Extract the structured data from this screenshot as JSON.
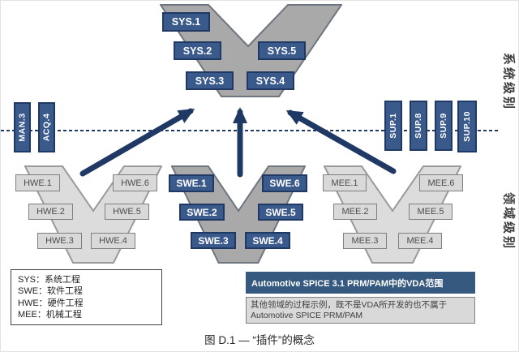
{
  "colors": {
    "navy": "#1f3864",
    "box_blue": "#3a5a8c",
    "bar_blue": "#35597f",
    "v_gray": "#a9a9a9",
    "v_gray_stroke": "#6f7680",
    "v_light": "#dcdcdc",
    "v_light_stroke": "#9a9a9a"
  },
  "side_labels": {
    "system_level": "系统级别",
    "domain_level": "领域级别"
  },
  "system_v": {
    "boxes": [
      "SYS.1",
      "SYS.2",
      "SYS.3",
      "SYS.4",
      "SYS.5"
    ]
  },
  "left_tags": [
    "MAN.3",
    "ACQ.4"
  ],
  "right_tags": [
    "SUP.1",
    "SUP.8",
    "SUP.9",
    "SUP.10"
  ],
  "hwe_v": {
    "boxes": [
      "HWE.1",
      "HWE.2",
      "HWE.3",
      "HWE.4",
      "HWE.5",
      "HWE.6"
    ]
  },
  "swe_v": {
    "boxes": [
      "SWE.1",
      "SWE.2",
      "SWE.3",
      "SWE.4",
      "SWE.5",
      "SWE.6"
    ]
  },
  "mee_v": {
    "boxes": [
      "MEE.1",
      "MEE.2",
      "MEE.3",
      "MEE.4",
      "MEE.5",
      "MEE.6"
    ]
  },
  "legend": {
    "lines": [
      "SYS：系统工程",
      "SWE：软件工程",
      "HWE：硬件工程",
      "MEE：机械工程"
    ]
  },
  "callouts": {
    "vda_scope": "Automotive SPICE 3.1 PRM/PAM中的VDA范围",
    "other_domains": "其他领域的过程示例，既不是VDA所开发的也不属于Automotive SPICE PRM/PAM"
  },
  "caption": "图 D.1 — “插件”的概念"
}
